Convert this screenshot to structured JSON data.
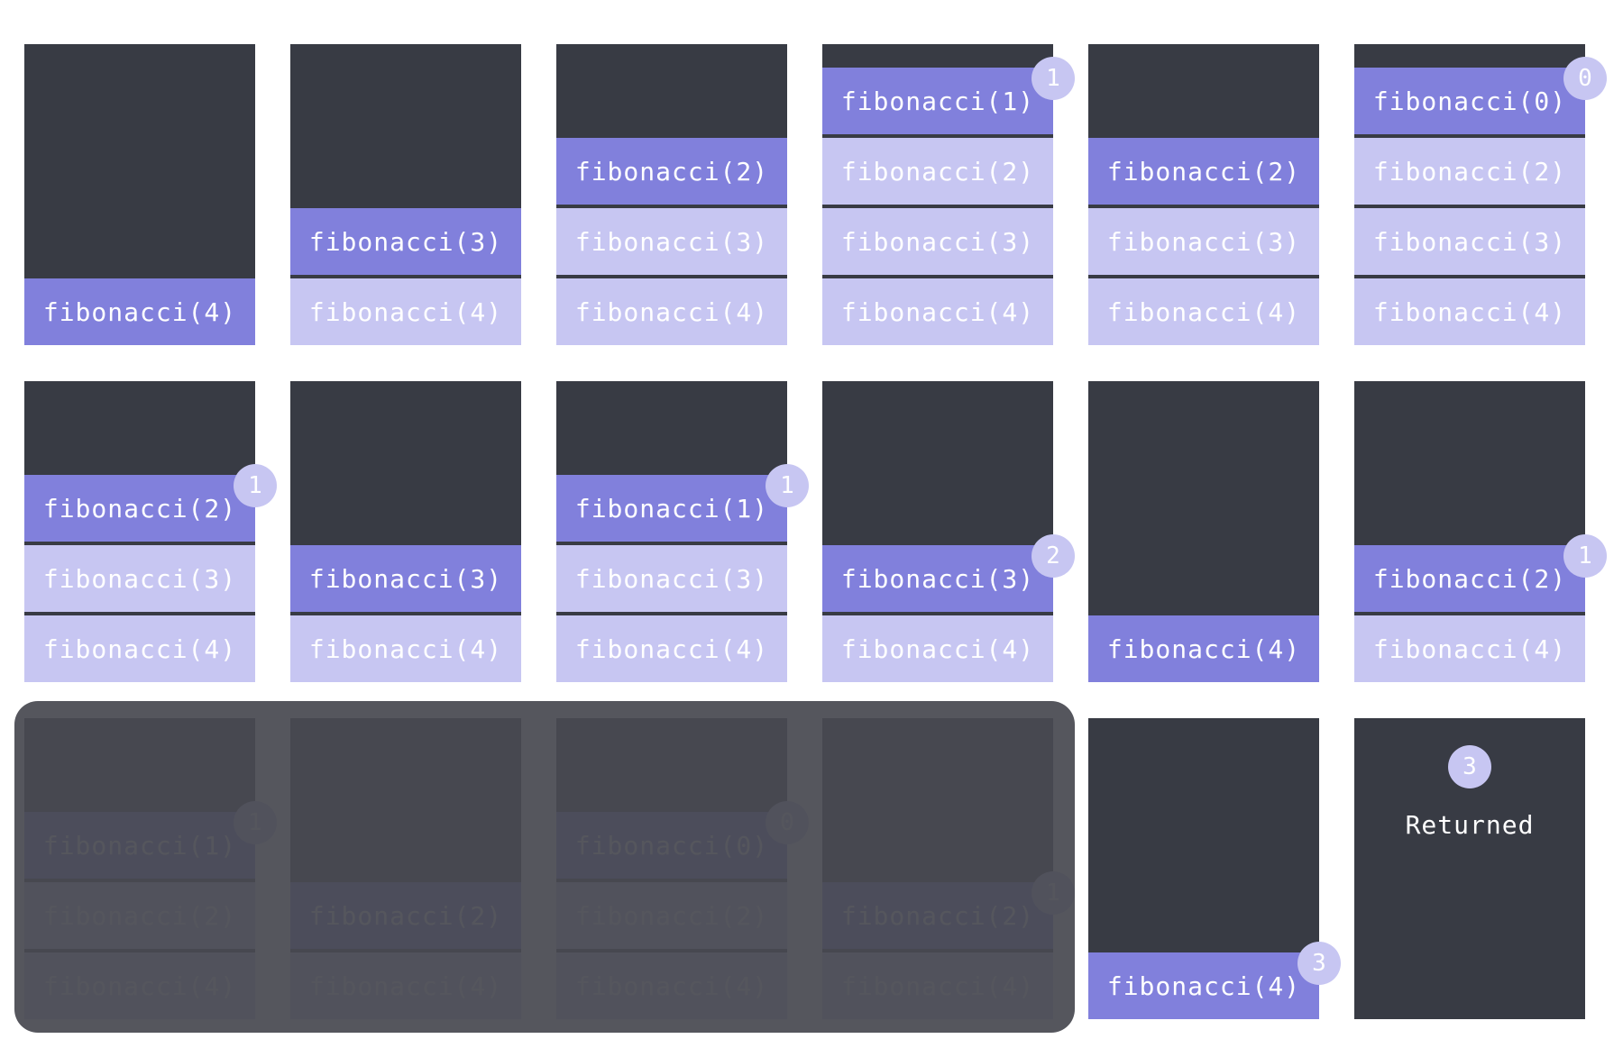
{
  "colors": {
    "background": "#ffffff",
    "stack": "#383b44",
    "active_frame": "#8180dc",
    "waiting_frame": "#c7c6f2",
    "badge": "#c7c6f2",
    "overlay": "#484951"
  },
  "rows": [
    {
      "cards": [
        {
          "frames": [
            {
              "label": "fibonacci(4)",
              "state": "active"
            }
          ]
        },
        {
          "frames": [
            {
              "label": "fibonacci(3)",
              "state": "active"
            },
            {
              "label": "fibonacci(4)",
              "state": "waiting"
            }
          ]
        },
        {
          "frames": [
            {
              "label": "fibonacci(2)",
              "state": "active"
            },
            {
              "label": "fibonacci(3)",
              "state": "waiting"
            },
            {
              "label": "fibonacci(4)",
              "state": "waiting"
            }
          ]
        },
        {
          "frames": [
            {
              "label": "fibonacci(1)",
              "state": "active"
            },
            {
              "label": "fibonacci(2)",
              "state": "waiting"
            },
            {
              "label": "fibonacci(3)",
              "state": "waiting"
            },
            {
              "label": "fibonacci(4)",
              "state": "waiting"
            }
          ],
          "badge": "1"
        },
        {
          "frames": [
            {
              "label": "fibonacci(2)",
              "state": "active"
            },
            {
              "label": "fibonacci(3)",
              "state": "waiting"
            },
            {
              "label": "fibonacci(4)",
              "state": "waiting"
            }
          ]
        },
        {
          "frames": [
            {
              "label": "fibonacci(0)",
              "state": "active"
            },
            {
              "label": "fibonacci(2)",
              "state": "waiting"
            },
            {
              "label": "fibonacci(3)",
              "state": "waiting"
            },
            {
              "label": "fibonacci(4)",
              "state": "waiting"
            }
          ],
          "badge": "0"
        }
      ]
    },
    {
      "cards": [
        {
          "frames": [
            {
              "label": "fibonacci(2)",
              "state": "active"
            },
            {
              "label": "fibonacci(3)",
              "state": "waiting"
            },
            {
              "label": "fibonacci(4)",
              "state": "waiting"
            }
          ],
          "badge": "1"
        },
        {
          "frames": [
            {
              "label": "fibonacci(3)",
              "state": "active"
            },
            {
              "label": "fibonacci(4)",
              "state": "waiting"
            }
          ]
        },
        {
          "frames": [
            {
              "label": "fibonacci(1)",
              "state": "active"
            },
            {
              "label": "fibonacci(3)",
              "state": "waiting"
            },
            {
              "label": "fibonacci(4)",
              "state": "waiting"
            }
          ],
          "badge": "1"
        },
        {
          "frames": [
            {
              "label": "fibonacci(3)",
              "state": "active"
            },
            {
              "label": "fibonacci(4)",
              "state": "waiting"
            }
          ],
          "badge": "2"
        },
        {
          "frames": [
            {
              "label": "fibonacci(4)",
              "state": "active"
            }
          ]
        },
        {
          "frames": [
            {
              "label": "fibonacci(2)",
              "state": "active"
            },
            {
              "label": "fibonacci(4)",
              "state": "waiting"
            }
          ],
          "badge": "1"
        }
      ]
    },
    {
      "cards": [
        {
          "frames": [
            {
              "label": "fibonacci(1)",
              "state": "active"
            },
            {
              "label": "fibonacci(2)",
              "state": "waiting"
            },
            {
              "label": "fibonacci(4)",
              "state": "waiting"
            }
          ],
          "badge": "1",
          "dimmed": true
        },
        {
          "frames": [
            {
              "label": "fibonacci(2)",
              "state": "active"
            },
            {
              "label": "fibonacci(4)",
              "state": "waiting"
            }
          ],
          "dimmed": true
        },
        {
          "frames": [
            {
              "label": "fibonacci(0)",
              "state": "active"
            },
            {
              "label": "fibonacci(2)",
              "state": "waiting"
            },
            {
              "label": "fibonacci(4)",
              "state": "waiting"
            }
          ],
          "badge": "0",
          "dimmed": true
        },
        {
          "frames": [
            {
              "label": "fibonacci(2)",
              "state": "active"
            },
            {
              "label": "fibonacci(4)",
              "state": "waiting"
            }
          ],
          "badge": "1",
          "dimmed": true
        },
        {
          "frames": [
            {
              "label": "fibonacci(4)",
              "state": "active"
            }
          ],
          "badge": "3"
        },
        {
          "frames": [],
          "returned": {
            "value": "3",
            "label": "Returned"
          }
        }
      ]
    }
  ]
}
